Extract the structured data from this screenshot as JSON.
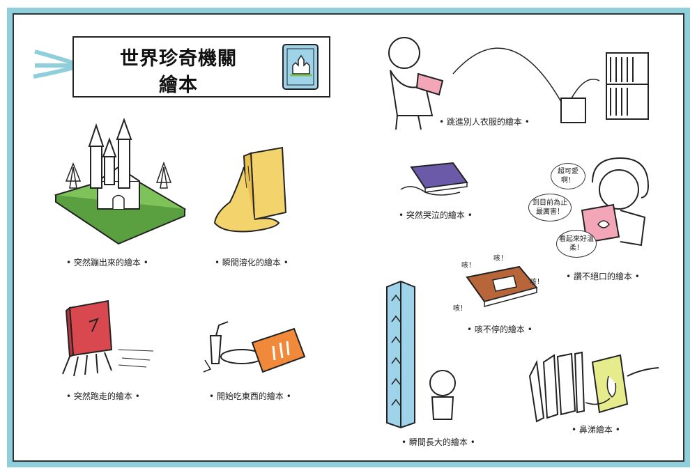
{
  "title": {
    "line1": "世界珍奇機關",
    "line2": "繪本"
  },
  "captions": {
    "pop_up": "突然蹦出來的繪本",
    "melting": "瞬間溶化的繪本",
    "running": "突然跑走的繪本",
    "eating": "開始吃東西的繪本",
    "jumping": "跳進別人衣服的繪本",
    "crying": "突然哭泣的繪本",
    "praise": "讚不絕口的繪本",
    "coughing": "咳不停的繪本",
    "growing": "瞬間長大的繪本",
    "snot": "鼻涕繪本"
  },
  "speech": {
    "bubble1": "超可愛啊！",
    "bubble2": "到目前為止最厲害！",
    "bubble3": "看起來好溫柔！"
  },
  "coughs": [
    "咳！",
    "咳！",
    "咳！",
    "咳！"
  ],
  "colors": {
    "frame": "#8fcfdc",
    "ink": "#222222",
    "green": "#7ec25a",
    "yellow": "#f3d36b",
    "red": "#d9474f",
    "orange": "#f08a3a",
    "pink": "#f3a6b8",
    "purple": "#6a5aa8",
    "brown": "#b9653a",
    "light_blue": "#9fd3ea",
    "lime": "#e6ec8c"
  },
  "icons": {
    "cover": "castle-book-icon",
    "ribbon": "ribbon-tassel-icon"
  }
}
